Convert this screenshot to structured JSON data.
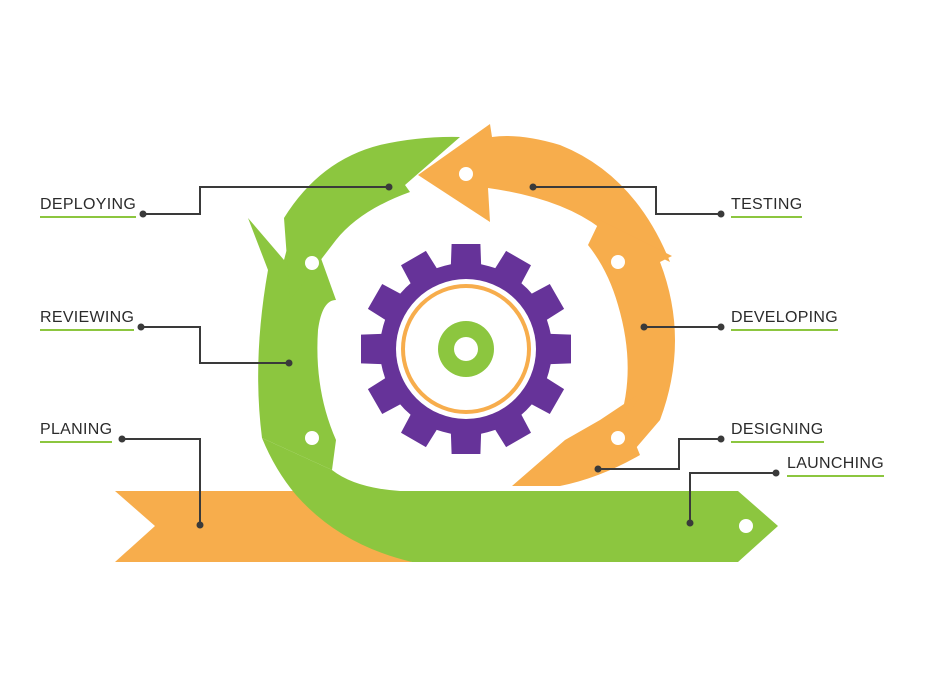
{
  "colors": {
    "green": "#8cc63f",
    "orange": "#f7ad4c",
    "purple": "#663399",
    "connector": "#3a3a3a",
    "underline": "#8cc63f"
  },
  "labels": {
    "deploying": "DEPLOYING",
    "reviewing": "REVIEWING",
    "planing": "PLANING",
    "testing": "TESTING",
    "developing": "DEVELOPING",
    "designing": "DESIGNING",
    "launching": "LAUNCHING"
  }
}
